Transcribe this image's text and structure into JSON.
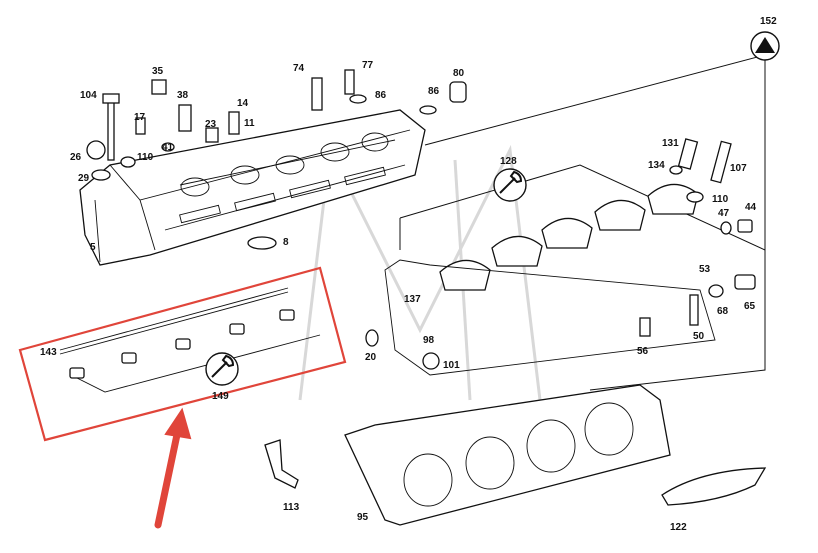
{
  "diagram": {
    "part_labels": [
      "152",
      "35",
      "74",
      "77",
      "104",
      "38",
      "14",
      "86",
      "80",
      "17",
      "23",
      "11",
      "26",
      "110",
      "41",
      "29",
      "5",
      "8",
      "128",
      "131",
      "134",
      "107",
      "110",
      "47",
      "44",
      "53",
      "137",
      "143",
      "98",
      "20",
      "101",
      "149",
      "56",
      "68",
      "65",
      "50",
      "113",
      "95",
      "122",
      "86"
    ],
    "callout_highlight_color": "#e0453a",
    "arrow_color": "#e0453a",
    "watermark_glyph": "M"
  }
}
